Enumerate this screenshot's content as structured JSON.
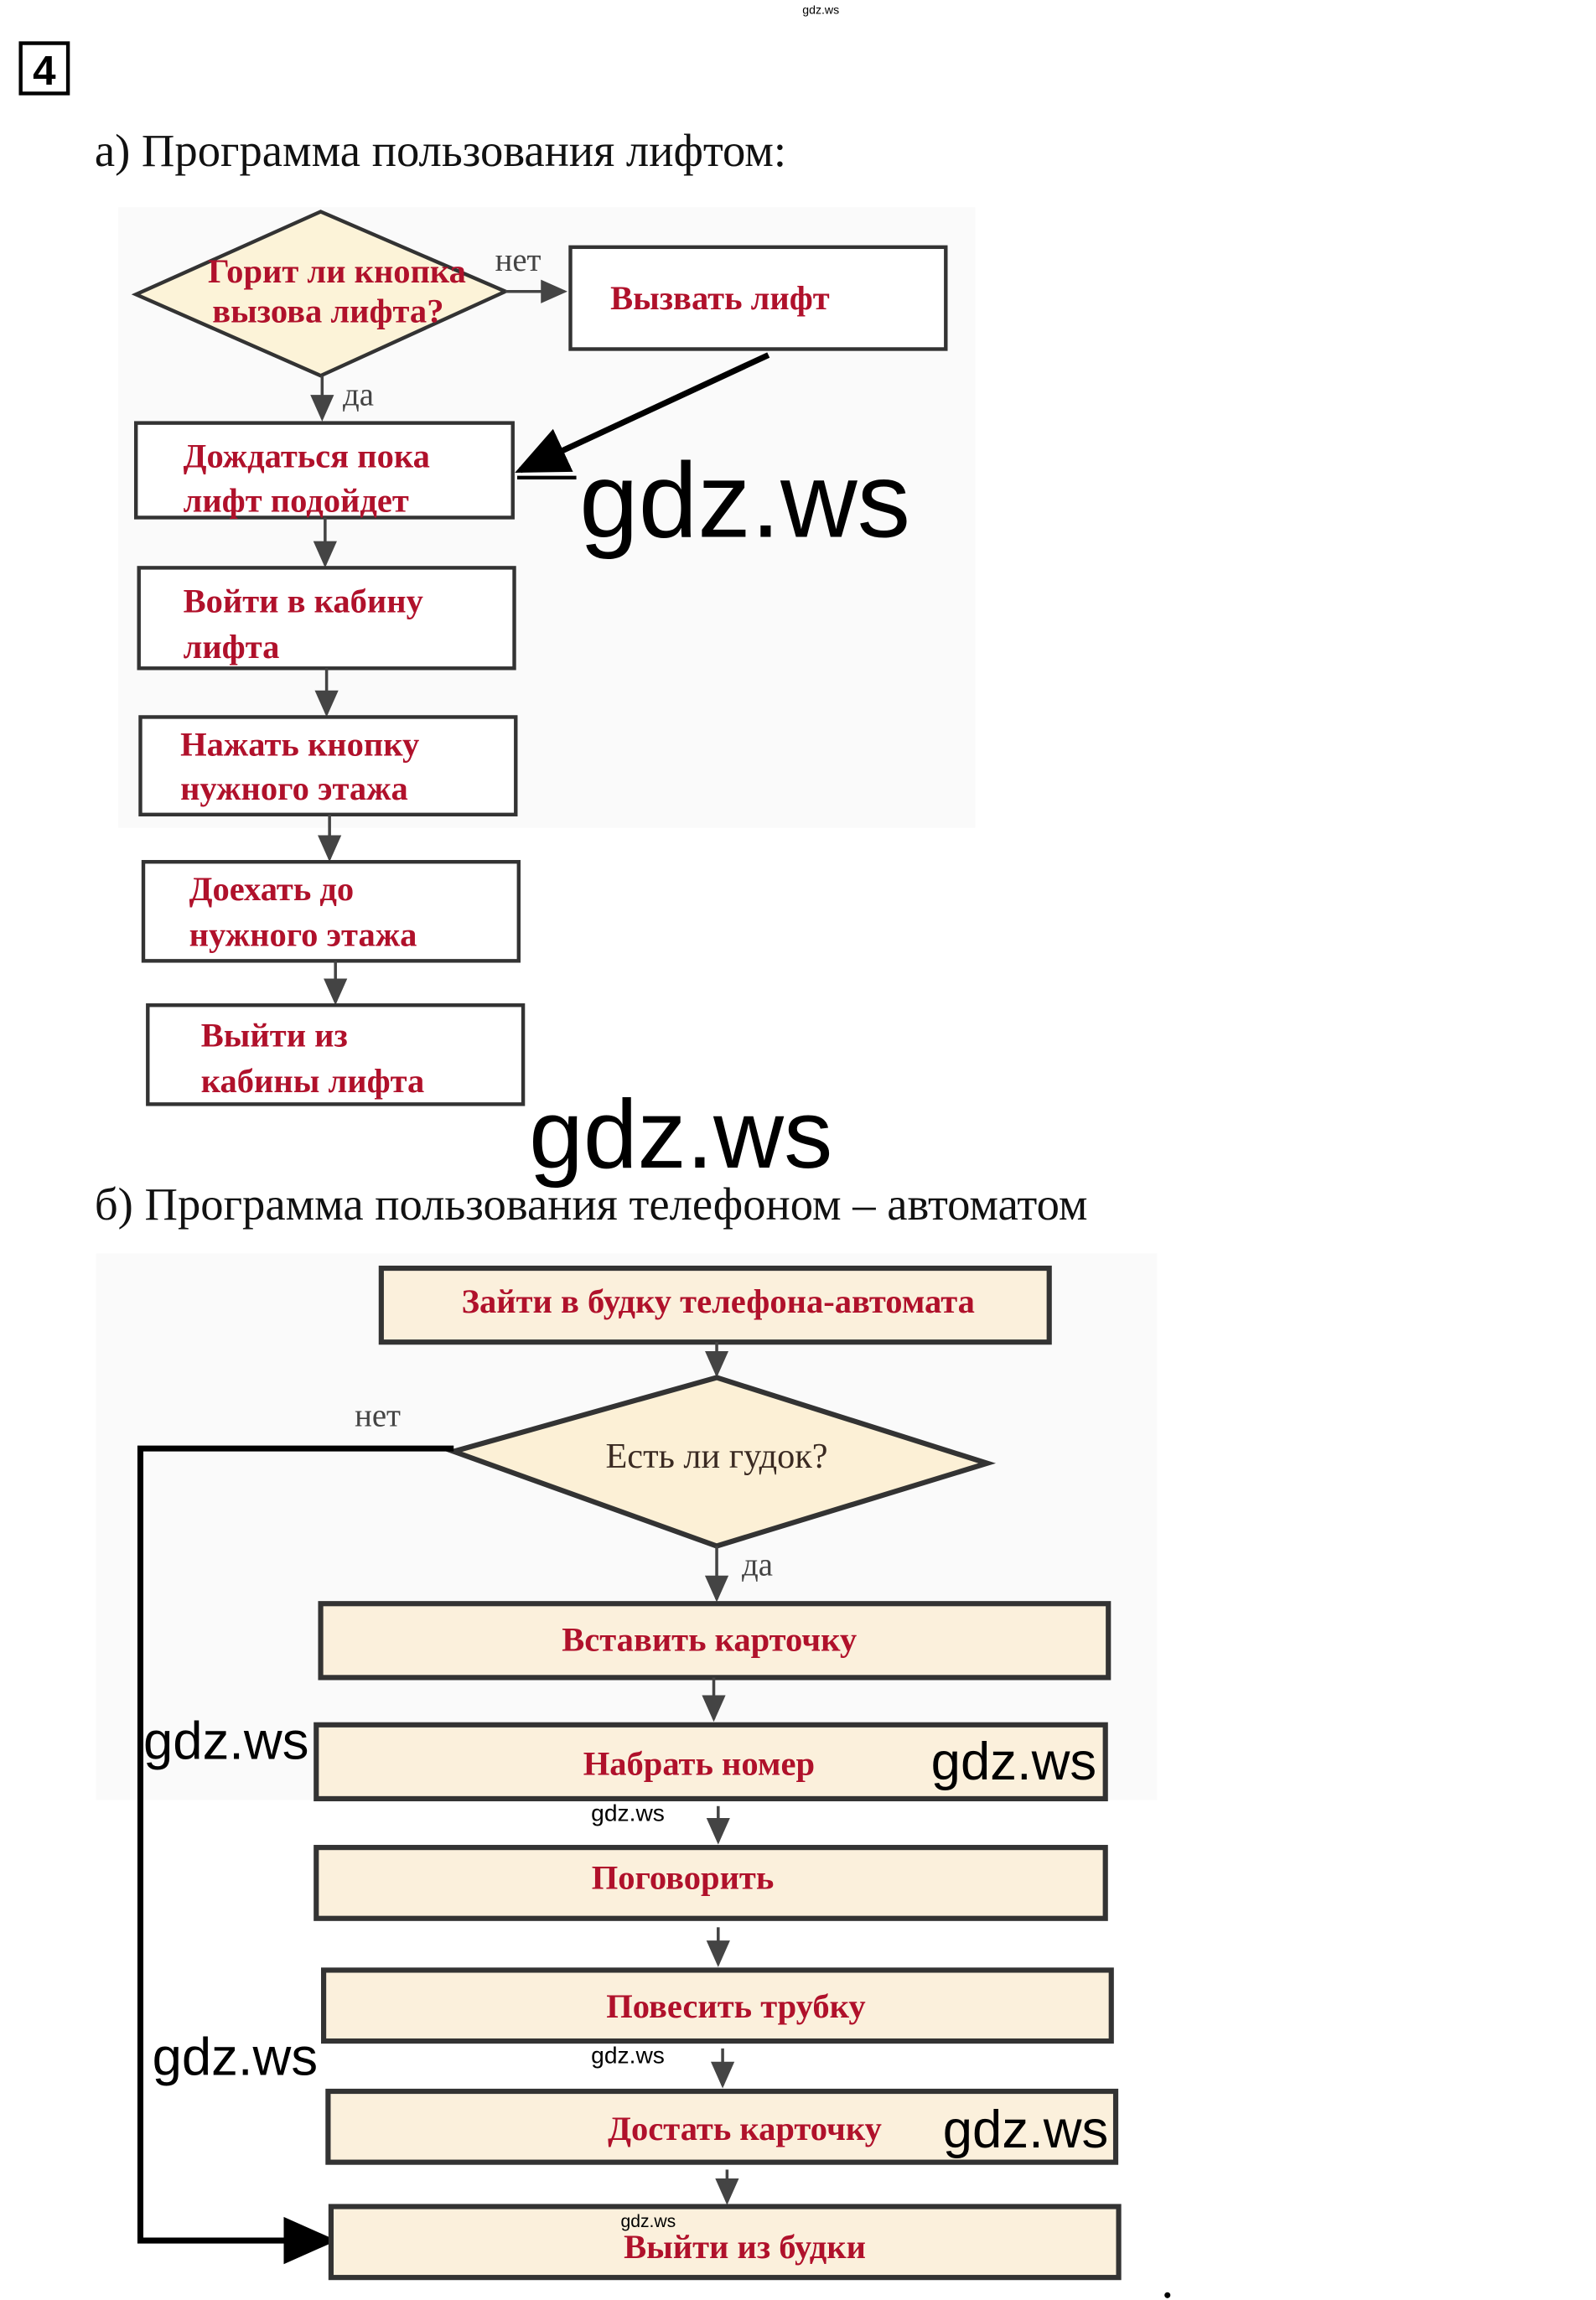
{
  "header": {
    "task_number": "4",
    "top_watermark": "gdz.ws"
  },
  "part_a": {
    "title": "а) Программа пользования лифтом:",
    "decision": {
      "line1": "Горит ли кнопка",
      "line2": "вызова лифта?"
    },
    "no_label": "нет",
    "yes_label": "да",
    "call_box": "Вызвать лифт",
    "steps": [
      {
        "line1": "Дождаться пока",
        "line2": "лифт подойдет"
      },
      {
        "line1": "Войти в кабину",
        "line2": "лифта"
      },
      {
        "line1": "Нажать кнопку",
        "line2": "нужного этажа"
      },
      {
        "line1": "Доехать до",
        "line2": "нужного этажа"
      },
      {
        "line1": "Выйти из",
        "line2": "кабины лифта"
      }
    ]
  },
  "part_b": {
    "title": "б) Программа пользования телефоном – автоматом",
    "start": "Зайти в будку телефона-автомата",
    "decision": "Есть ли гудок?",
    "no_label": "нет",
    "yes_label": "да",
    "steps": [
      "Вставить карточку",
      "Набрать номер",
      "Поговорить",
      "Повесить трубку",
      "Достать карточку",
      "Выйти из будки"
    ]
  },
  "watermarks": [
    "gdz.ws",
    "gdz.ws",
    "gdz.ws",
    "gdz.ws",
    "gdz.ws",
    "gdz.ws",
    "gdz.ws",
    "gdz.ws",
    "gdz.ws",
    "gdz.ws"
  ],
  "colors": {
    "step_text": "#b0112b",
    "box_fill_b": "#fbf0dc",
    "diamond_fill": "#fcf3d8"
  }
}
